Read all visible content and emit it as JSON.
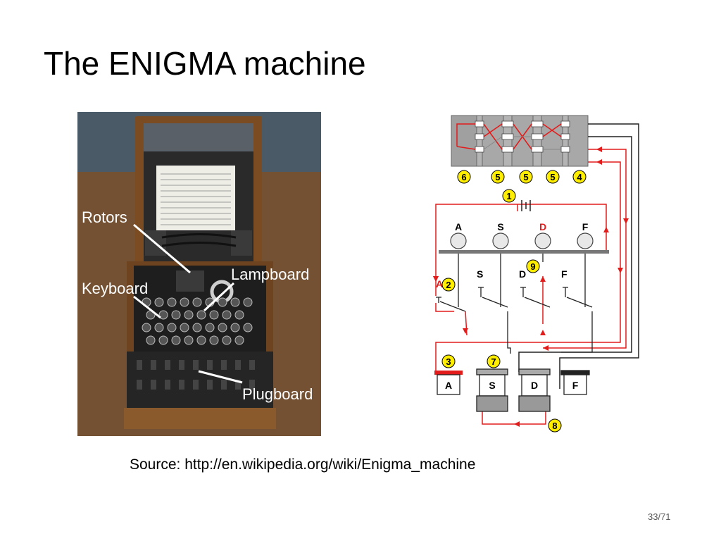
{
  "slide": {
    "title": "The ENIGMA machine",
    "source": "Source: http://en.wikipedia.org/wiki/Enigma_machine",
    "page": "33/71"
  },
  "photo": {
    "labels": {
      "rotors": "Rotors",
      "keyboard": "Keyboard",
      "lampboard": "Lampboard",
      "plugboard": "Plugboard"
    }
  },
  "diagram": {
    "lamp_letters": [
      "A",
      "S",
      "D",
      "F"
    ],
    "key_letters": [
      "A",
      "S",
      "D",
      "F"
    ],
    "plug_letters": [
      "A",
      "S",
      "D",
      "F"
    ],
    "step_numbers": [
      "1",
      "2",
      "3",
      "4",
      "5",
      "6",
      "7",
      "8",
      "9"
    ],
    "colors": {
      "signal": "#e21b1b",
      "marker": "#ffee00",
      "wire": "#222222"
    }
  }
}
